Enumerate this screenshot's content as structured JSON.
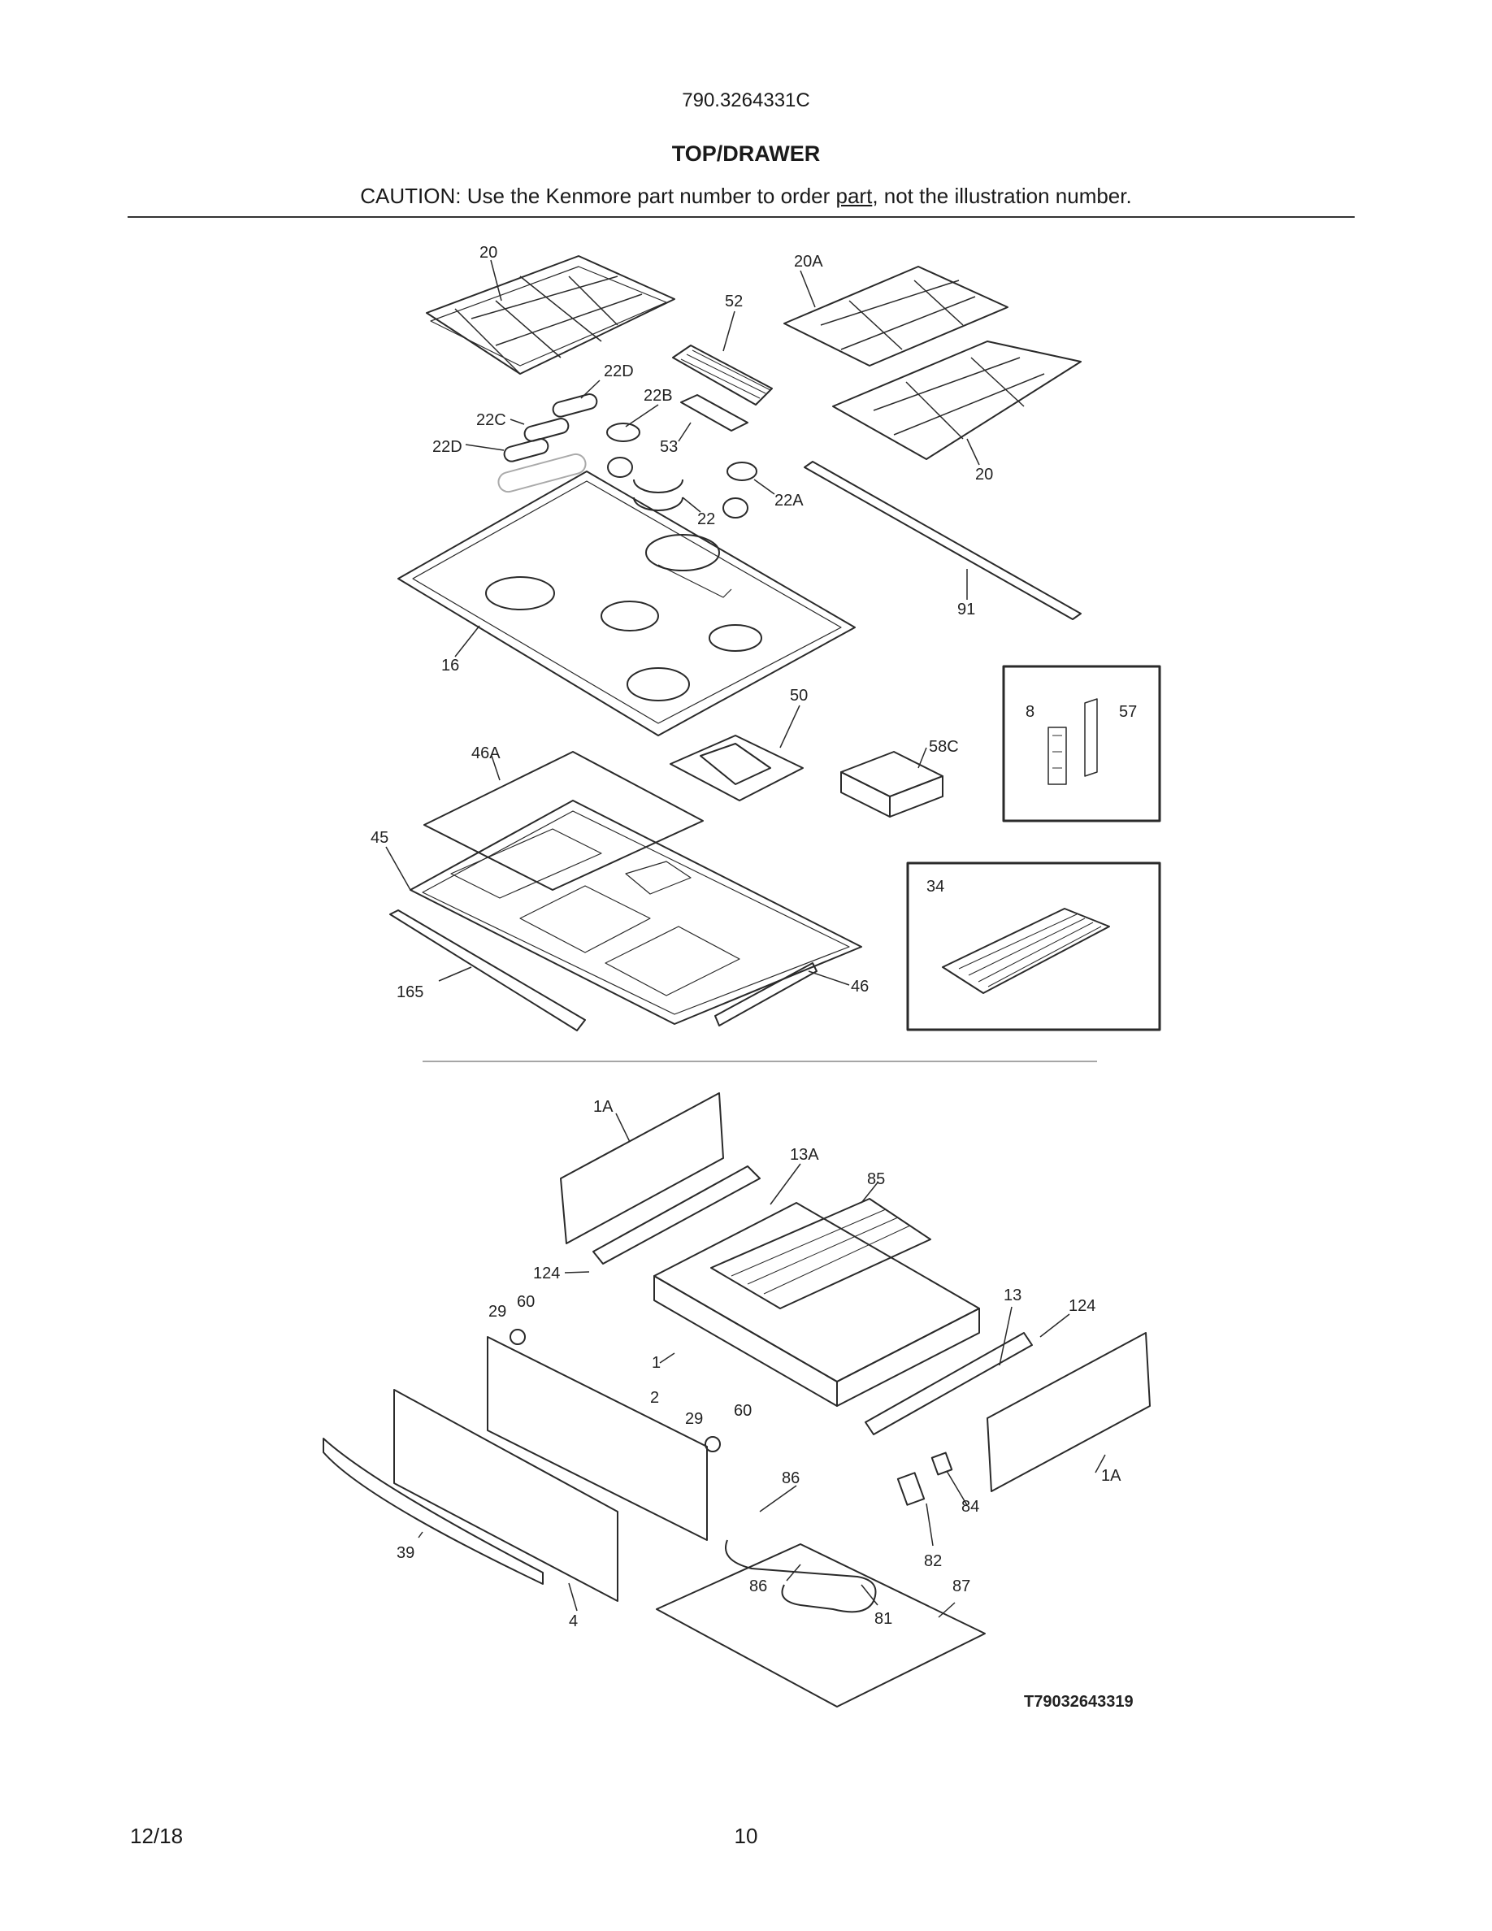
{
  "header": {
    "model_number": "790.3264331C",
    "section_title": "TOP/DRAWER",
    "caution_prefix": "CAUTION: Use the Kenmore part number to order ",
    "caution_link": "part",
    "caution_suffix": ", not the illustration number."
  },
  "callouts": {
    "c20a": "20",
    "c20A": "20A",
    "c52": "52",
    "c22D_top": "22D",
    "c22B": "22B",
    "c22C": "22C",
    "c22D_left": "22D",
    "c53": "53",
    "c20b": "20",
    "c22A": "22A",
    "c22": "22",
    "c91": "91",
    "c16": "16",
    "c50": "50",
    "c46A": "46A",
    "c58C": "58C",
    "c8": "8",
    "c57": "57",
    "c45": "45",
    "c34": "34",
    "c165": "165",
    "c46": "46",
    "c1A_top": "1A",
    "c13A": "13A",
    "c85": "85",
    "c124_left": "124",
    "c29_left": "29",
    "c60_left": "60",
    "c13": "13",
    "c124_right": "124",
    "c1": "1",
    "c2": "2",
    "c29_mid": "29",
    "c60_mid": "60",
    "c1A_right": "1A",
    "c86_top": "86",
    "c84": "84",
    "c39": "39",
    "c82": "82",
    "c86_bot": "86",
    "c87": "87",
    "c4": "4",
    "c81": "81"
  },
  "figure_code": "T79032643319",
  "footer": {
    "date": "12/18",
    "page": "10"
  }
}
